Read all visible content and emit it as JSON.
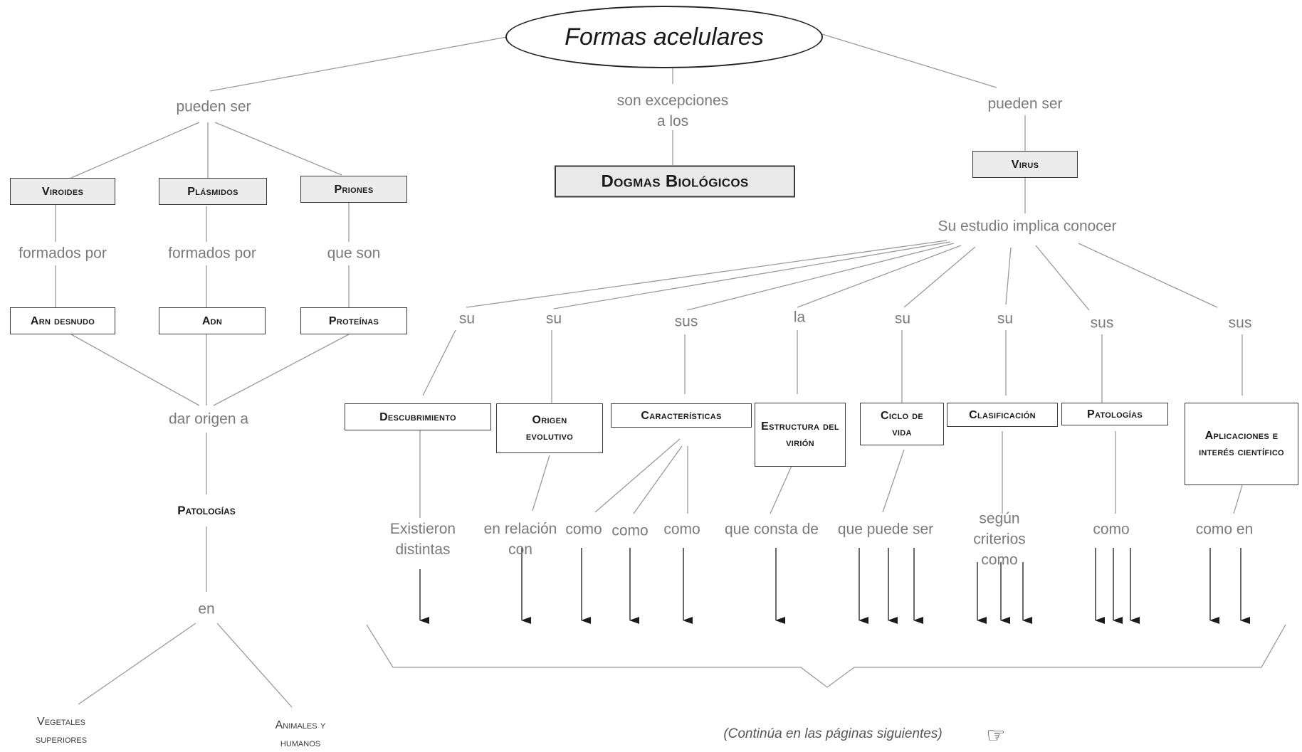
{
  "title": "Formas acelulares",
  "links": {
    "left": "pueden ser",
    "center": "son excepciones a los",
    "right": "pueden ser"
  },
  "dogmas": "Dogmas Biológicos",
  "left_branch": {
    "items": [
      {
        "name": "Viroides",
        "relation": "formados por",
        "component": "Arn desnudo"
      },
      {
        "name": "Plásmidos",
        "relation": "formados por",
        "component": "Adn"
      },
      {
        "name": "Priones",
        "relation": "que son",
        "component": "Proteínas"
      }
    ],
    "join_label": "dar origen a",
    "result": "Patologías",
    "in_label": "en",
    "targets": [
      "Vegetales superiores",
      "Animales y humanos"
    ]
  },
  "virus": {
    "name": "Virus",
    "study": "Su estudio implica conocer",
    "topics": [
      {
        "prefix": "su",
        "name": "Descubrimiento",
        "sub": [
          "Existieron distintas"
        ]
      },
      {
        "prefix": "su",
        "name": "Origen evolutivo",
        "sub": [
          "en relación con"
        ]
      },
      {
        "prefix": "sus",
        "name": "Características",
        "sub": [
          "como",
          "como",
          "como"
        ]
      },
      {
        "prefix": "la",
        "name": "Estructura del virión",
        "sub": [
          "que consta de"
        ]
      },
      {
        "prefix": "su",
        "name": "Ciclo de vida",
        "sub": [
          "que puede ser"
        ]
      },
      {
        "prefix": "su",
        "name": "Clasificación",
        "sub": [
          "según criterios como"
        ]
      },
      {
        "prefix": "sus",
        "name": "Patologías",
        "sub": [
          "como"
        ]
      },
      {
        "prefix": "sus",
        "name": "Aplicaciones e interés científico",
        "sub": [
          "como en"
        ]
      }
    ]
  },
  "footer_note": "(Continúa en las páginas siguientes)",
  "hand_icon": "pointing-hand-icon"
}
